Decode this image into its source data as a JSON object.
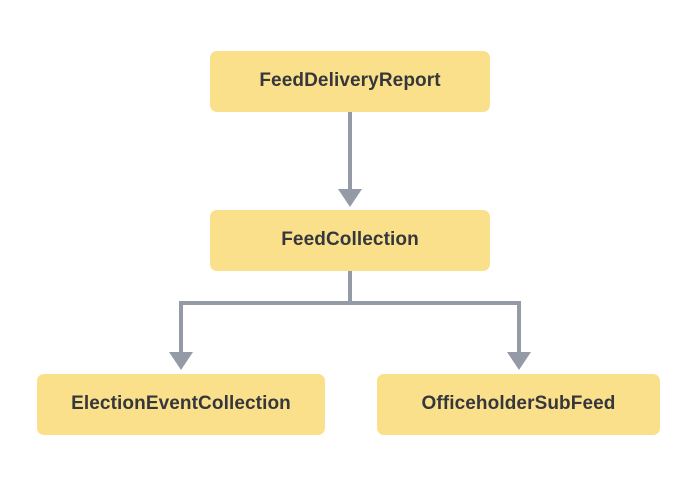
{
  "diagram": {
    "type": "flowchart-tree",
    "direction": "top-down",
    "background_color": "#ffffff",
    "node_fill_color": "#fbe08c",
    "node_text_color": "#35373b",
    "edge_color": "#949ba6",
    "nodes": [
      {
        "id": "feed-delivery-report",
        "label": "FeedDeliveryReport"
      },
      {
        "id": "feed-collection",
        "label": "FeedCollection"
      },
      {
        "id": "election-event-collection",
        "label": "ElectionEventCollection"
      },
      {
        "id": "officeholder-sub-feed",
        "label": "OfficeholderSubFeed"
      }
    ],
    "edges": [
      {
        "from": "feed-delivery-report",
        "to": "feed-collection",
        "arrow": "triangle"
      },
      {
        "from": "feed-collection",
        "to": "election-event-collection",
        "arrow": "triangle"
      },
      {
        "from": "feed-collection",
        "to": "officeholder-sub-feed",
        "arrow": "triangle"
      }
    ]
  }
}
